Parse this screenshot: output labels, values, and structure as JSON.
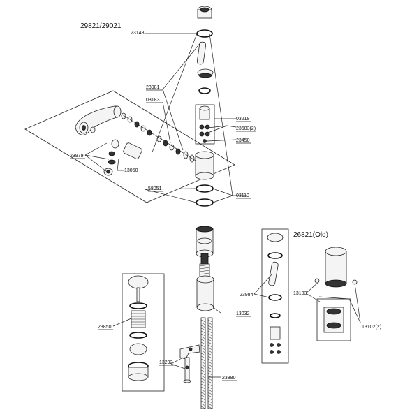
{
  "titles": {
    "main_models": "29821/29021",
    "old_model": "26821(Old)"
  },
  "part_numbers": {
    "p23148": "23148",
    "p23981": "23981",
    "p03183": "03183",
    "p03218": "03218",
    "p23583": "23583(2)",
    "p23450": "23450",
    "p23979": "23979",
    "p13050": "13050",
    "p58051": "58051",
    "p03110": "03110",
    "p23984": "23984",
    "p13103": "13103",
    "p13102": "13102(2)",
    "p23850": "23850",
    "p13032": "13032",
    "p13292": "13292",
    "p23880": "23880"
  },
  "colors": {
    "line": "#222222",
    "ring": "#111111",
    "part_fill": "#f4f4f4"
  }
}
